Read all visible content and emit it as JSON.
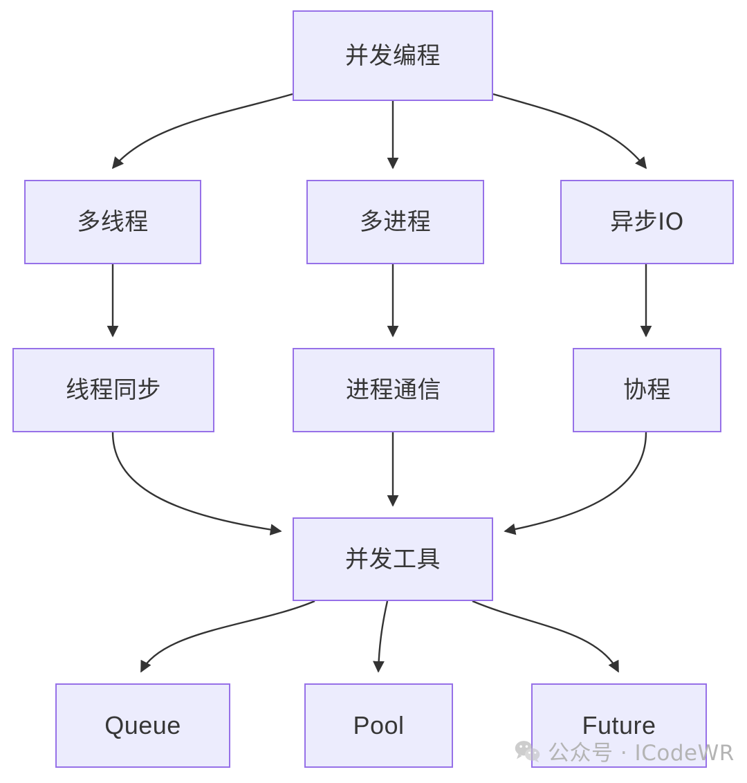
{
  "diagram": {
    "type": "flowchart",
    "direction": "top-down",
    "theme": {
      "node_fill": "#ECECFD",
      "node_border": "#9670E8",
      "node_text": "#363636",
      "edge_color": "#333333",
      "background": "#FFFFFF"
    },
    "nodes": [
      {
        "id": "root",
        "label": "并发编程",
        "script": "cjk",
        "row": 1
      },
      {
        "id": "thread",
        "label": "多线程",
        "script": "cjk",
        "row": 2
      },
      {
        "id": "process",
        "label": "多进程",
        "script": "cjk",
        "row": 2
      },
      {
        "id": "asyncio",
        "label": "异步IO",
        "script": "cjk",
        "row": 2
      },
      {
        "id": "threadsync",
        "label": "线程同步",
        "script": "cjk",
        "row": 3
      },
      {
        "id": "ipc",
        "label": "进程通信",
        "script": "cjk",
        "row": 3
      },
      {
        "id": "coroutine",
        "label": "协程",
        "script": "cjk",
        "row": 3
      },
      {
        "id": "tools",
        "label": "并发工具",
        "script": "cjk",
        "row": 4
      },
      {
        "id": "queue",
        "label": "Queue",
        "script": "latin",
        "row": 5
      },
      {
        "id": "pool",
        "label": "Pool",
        "script": "latin",
        "row": 5
      },
      {
        "id": "future",
        "label": "Future",
        "script": "latin",
        "row": 5
      }
    ],
    "edges": [
      {
        "from": "root",
        "to": "thread"
      },
      {
        "from": "root",
        "to": "process"
      },
      {
        "from": "root",
        "to": "asyncio"
      },
      {
        "from": "thread",
        "to": "threadsync"
      },
      {
        "from": "process",
        "to": "ipc"
      },
      {
        "from": "asyncio",
        "to": "coroutine"
      },
      {
        "from": "threadsync",
        "to": "tools"
      },
      {
        "from": "ipc",
        "to": "tools"
      },
      {
        "from": "coroutine",
        "to": "tools"
      },
      {
        "from": "tools",
        "to": "queue"
      },
      {
        "from": "tools",
        "to": "pool"
      },
      {
        "from": "tools",
        "to": "future"
      }
    ]
  },
  "watermark": {
    "text": "公众号 · ICodeWR",
    "icon": "wechat-icon",
    "color": "#B4B4B4"
  }
}
